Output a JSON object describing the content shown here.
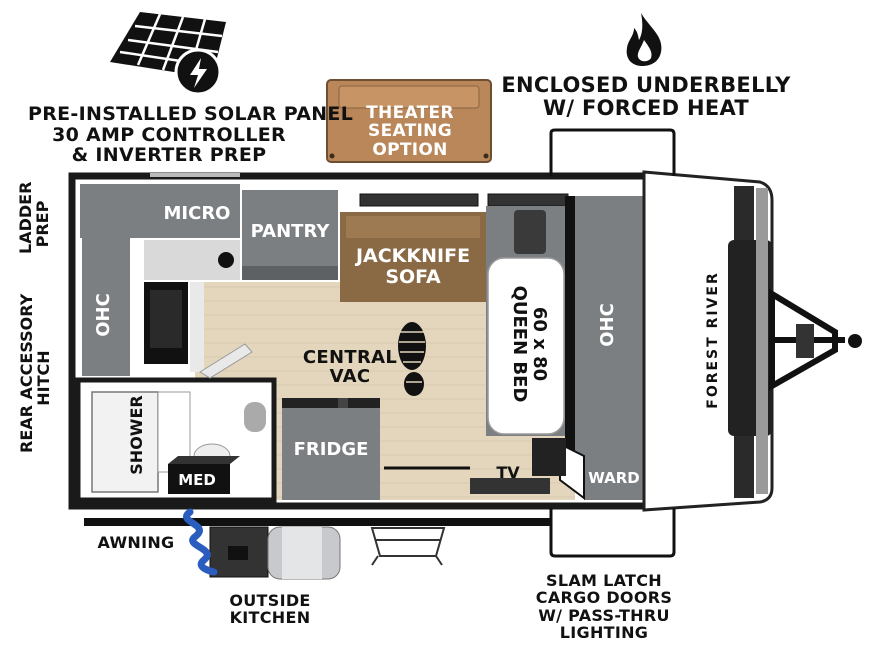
{
  "callouts": {
    "solar": [
      "PRE-INSTALLED SOLAR PANEL",
      "30 AMP CONTROLLER",
      "& INVERTER PREP"
    ],
    "underbelly": [
      "ENCLOSED UNDERBELLY",
      "W/ FORCED HEAT"
    ],
    "theater": [
      "THEATER",
      "SEATING",
      "OPTION"
    ],
    "ladder": [
      "LADDER",
      "PREP"
    ],
    "hitch": [
      "REAR ACCESSORY",
      "HITCH"
    ],
    "awning": "AWNING",
    "outside_kitchen": [
      "OUTSIDE",
      "KITCHEN"
    ],
    "cargo": [
      "SLAM LATCH",
      "CARGO DOORS",
      "W/ PASS-THRU",
      "LIGHTING"
    ]
  },
  "rooms": {
    "micro": "MICRO",
    "pantry": "PANTRY",
    "sofa": [
      "JACKKNIFE",
      "SOFA"
    ],
    "ohc_left": "OHC",
    "ohc_right": "OHC",
    "central_vac": [
      "CENTRAL",
      "VAC"
    ],
    "bed": [
      "60 x 80",
      "QUEEN BED"
    ],
    "shower": "SHOWER",
    "med": "MED",
    "fridge": "FRIDGE",
    "tv": "TV",
    "ward": "WARD"
  },
  "brand": "FOREST RIVER",
  "colors": {
    "cabinet": "#7c7f82",
    "floor": "#e3d6bd",
    "sofa": "#8a6a45",
    "theater": "#b9875a",
    "wall": "#1a1a1a"
  },
  "icons": [
    "solar-panel-icon",
    "flame-icon",
    "boot-print-icon"
  ]
}
